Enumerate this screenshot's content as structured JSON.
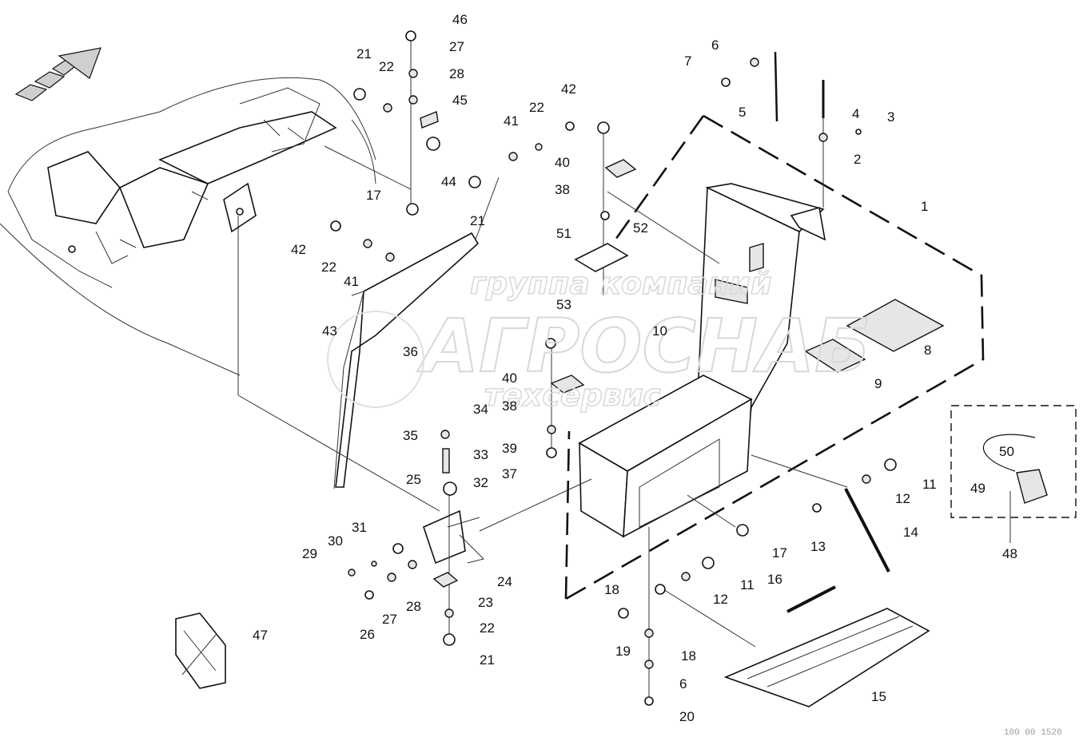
{
  "watermark": {
    "line1": "группа компаний",
    "line2": "АГРОСНАБ",
    "line3": "техсервис"
  },
  "doc_code": "100 00 1520",
  "callouts": [
    {
      "id": "c1",
      "text": "1"
    },
    {
      "id": "c2",
      "text": "2"
    },
    {
      "id": "c3",
      "text": "3"
    },
    {
      "id": "c4",
      "text": "4"
    },
    {
      "id": "c5",
      "text": "5"
    },
    {
      "id": "c6a",
      "text": "6"
    },
    {
      "id": "c7",
      "text": "7"
    },
    {
      "id": "c8",
      "text": "8"
    },
    {
      "id": "c9",
      "text": "9"
    },
    {
      "id": "c10",
      "text": "10"
    },
    {
      "id": "c11a",
      "text": "11"
    },
    {
      "id": "c12a",
      "text": "12"
    },
    {
      "id": "c13",
      "text": "13"
    },
    {
      "id": "c14",
      "text": "14"
    },
    {
      "id": "c15",
      "text": "15"
    },
    {
      "id": "c16",
      "text": "16"
    },
    {
      "id": "c17a",
      "text": "17"
    },
    {
      "id": "c17b",
      "text": "17"
    },
    {
      "id": "c11b",
      "text": "11"
    },
    {
      "id": "c12b",
      "text": "12"
    },
    {
      "id": "c18a",
      "text": "18"
    },
    {
      "id": "c18b",
      "text": "18"
    },
    {
      "id": "c19",
      "text": "19"
    },
    {
      "id": "c6b",
      "text": "6"
    },
    {
      "id": "c20",
      "text": "20"
    },
    {
      "id": "c21a",
      "text": "21"
    },
    {
      "id": "c21b",
      "text": "21"
    },
    {
      "id": "c21c",
      "text": "21"
    },
    {
      "id": "c22a",
      "text": "22"
    },
    {
      "id": "c22b",
      "text": "22"
    },
    {
      "id": "c22c",
      "text": "22"
    },
    {
      "id": "c22d",
      "text": "22"
    },
    {
      "id": "c23",
      "text": "23"
    },
    {
      "id": "c24",
      "text": "24"
    },
    {
      "id": "c25",
      "text": "25"
    },
    {
      "id": "c26",
      "text": "26"
    },
    {
      "id": "c27a",
      "text": "27"
    },
    {
      "id": "c27b",
      "text": "27"
    },
    {
      "id": "c28a",
      "text": "28"
    },
    {
      "id": "c28b",
      "text": "28"
    },
    {
      "id": "c29",
      "text": "29"
    },
    {
      "id": "c30",
      "text": "30"
    },
    {
      "id": "c31",
      "text": "31"
    },
    {
      "id": "c32",
      "text": "32"
    },
    {
      "id": "c33",
      "text": "33"
    },
    {
      "id": "c34",
      "text": "34"
    },
    {
      "id": "c35",
      "text": "35"
    },
    {
      "id": "c36",
      "text": "36"
    },
    {
      "id": "c37",
      "text": "37"
    },
    {
      "id": "c38a",
      "text": "38"
    },
    {
      "id": "c38b",
      "text": "38"
    },
    {
      "id": "c39",
      "text": "39"
    },
    {
      "id": "c40a",
      "text": "40"
    },
    {
      "id": "c40b",
      "text": "40"
    },
    {
      "id": "c41a",
      "text": "41"
    },
    {
      "id": "c41b",
      "text": "41"
    },
    {
      "id": "c42a",
      "text": "42"
    },
    {
      "id": "c42b",
      "text": "42"
    },
    {
      "id": "c43",
      "text": "43"
    },
    {
      "id": "c44",
      "text": "44"
    },
    {
      "id": "c45",
      "text": "45"
    },
    {
      "id": "c46",
      "text": "46"
    },
    {
      "id": "c47",
      "text": "47"
    },
    {
      "id": "c48",
      "text": "48"
    },
    {
      "id": "c49",
      "text": "49"
    },
    {
      "id": "c50",
      "text": "50"
    },
    {
      "id": "c51",
      "text": "51"
    },
    {
      "id": "c52",
      "text": "52"
    },
    {
      "id": "c53",
      "text": "53"
    }
  ]
}
